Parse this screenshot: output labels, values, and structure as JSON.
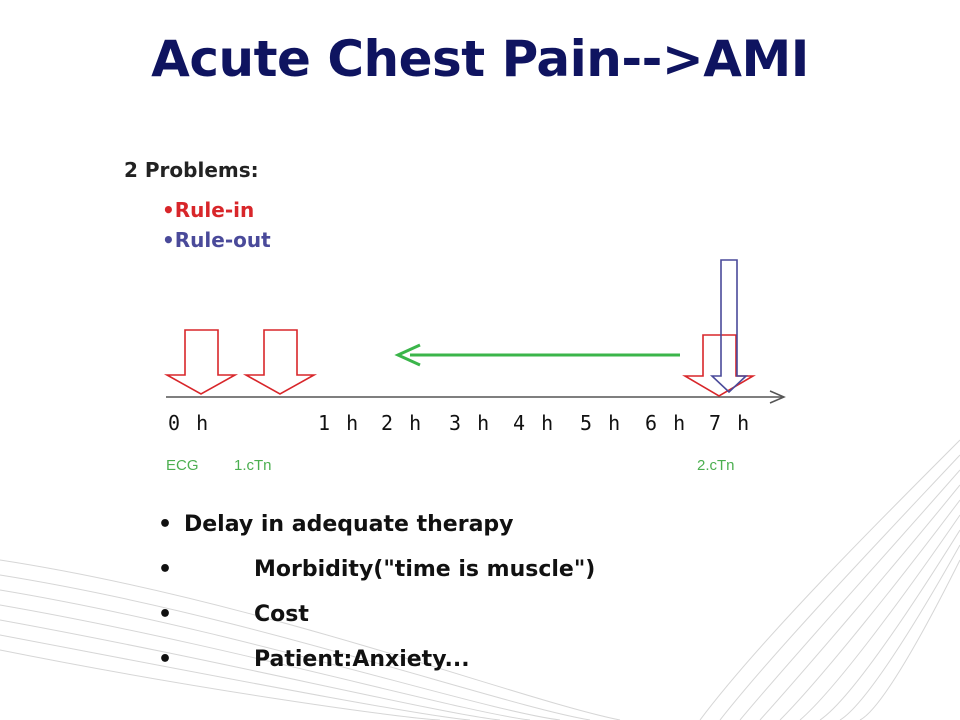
{
  "slide": {
    "title": "Acute Chest Pain-->AMI",
    "problems_heading": "2 Problems:",
    "problems": [
      {
        "label": "•Rule-in",
        "color": "#d8262a"
      },
      {
        "label": "•Rule-out",
        "color": "#4a4a9a"
      }
    ]
  },
  "timeline": {
    "ticks": [
      "0 h",
      "1 h",
      "2 h",
      "3 h",
      "4 h",
      "5 h",
      "6 h",
      "7 h"
    ],
    "markers": [
      "ECG",
      "1.cTn",
      "2.cTn"
    ],
    "colors": {
      "red_arrow": "#d8262a",
      "blue_arrow": "#4a4a9a",
      "green_arrow": "#3bb54a",
      "marker_text": "#4caf50"
    }
  },
  "bullets": [
    "Delay in adequate therapy",
    "Morbidity(\"time is muscle\")",
    "Cost",
    "Patient:Anxiety..."
  ],
  "bullet_glyph": "•"
}
